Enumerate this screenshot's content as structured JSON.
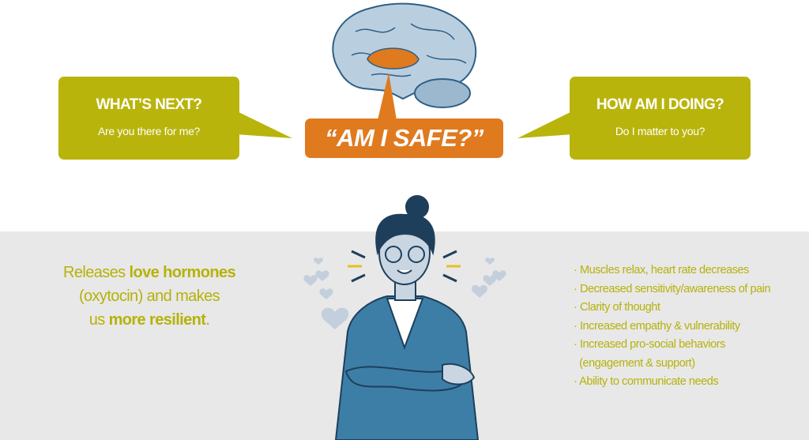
{
  "colors": {
    "olive": "#b9b40c",
    "orange": "#e07a1f",
    "band": "#e8e8e8",
    "blue": "#3d7ea6"
  },
  "left_bubble": {
    "title": "WHAT’S NEXT?",
    "subtitle": "Are you there for me?"
  },
  "center_bubble": {
    "text": "“AM I SAFE?”"
  },
  "right_bubble": {
    "title": "HOW AM I DOING?",
    "subtitle": "Do I matter to you?"
  },
  "left_text": {
    "p1": "Releases ",
    "b1": "love hormones",
    "p2": "(oxytocin) and makes",
    "p3": "us ",
    "b2": "more resilient",
    "p4": "."
  },
  "effects": [
    "Muscles relax, heart rate decreases",
    "Decreased sensitivity/awareness of pain",
    "Clarity of thought",
    "Increased empathy & vulnerability",
    "Increased pro-social behaviors",
    "(engagement & support)",
    "Ability to communicate needs"
  ]
}
